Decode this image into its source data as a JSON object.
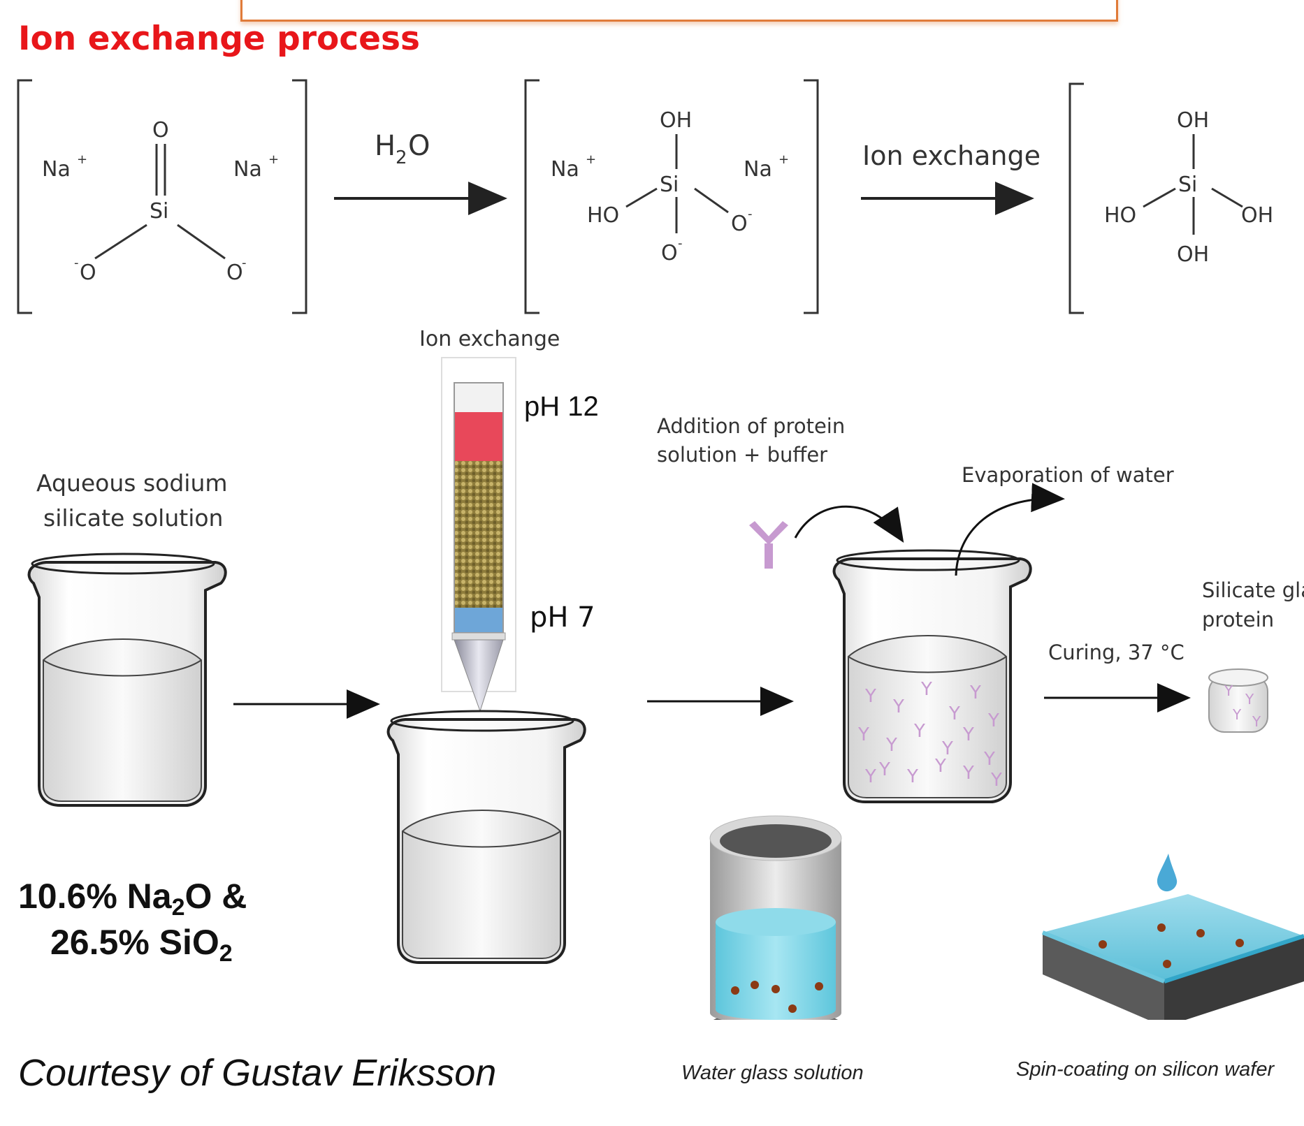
{
  "title": "",
  "section_title": "Ion exchange process",
  "reaction": {
    "na_plus": "Na",
    "plus_sign": "+",
    "minus_sign": "-",
    "oxygen": "O",
    "silicon": "Si",
    "hydroxyl_right": "OH",
    "hydroxyl_left": "HO",
    "arrow1_h": "H",
    "arrow1_sub": "2",
    "arrow1_o": "O",
    "arrow2_label": "Ion exchange"
  },
  "process": {
    "column_label": "Ion exchange",
    "ph_top": "pH 12",
    "ph_bottom": "pH 7",
    "sodium_silicate_line1": "Aqueous sodium",
    "sodium_silicate_line2": "silicate solution",
    "protein_line1": "Addition of protein",
    "protein_line2": "solution + buffer",
    "evaporation": "Evaporation of water",
    "curing": "Curing, 37 °C",
    "silicate_line1": "Silicate gla",
    "silicate_line2": "protein"
  },
  "composition": {
    "line1_a": "10.6% Na",
    "line1_sub": "2",
    "line1_b": "O &",
    "line2_a": "26.5% SiO",
    "line2_sub": "2"
  },
  "courtesy": "Courtesy of Gustav Eriksson",
  "captions": {
    "water_glass": "Water glass solution",
    "spin_coating": "Spin-coating on silicon wafer"
  },
  "colors": {
    "accent_red": "#e8161a",
    "banner_orange": "#e07b39",
    "protein_pink": "#c79ad0",
    "water_blue": "#7fd3e3",
    "column_red": "#e8485a",
    "column_blue": "#6ea6d8",
    "resin_gold": "#9c8a45"
  }
}
